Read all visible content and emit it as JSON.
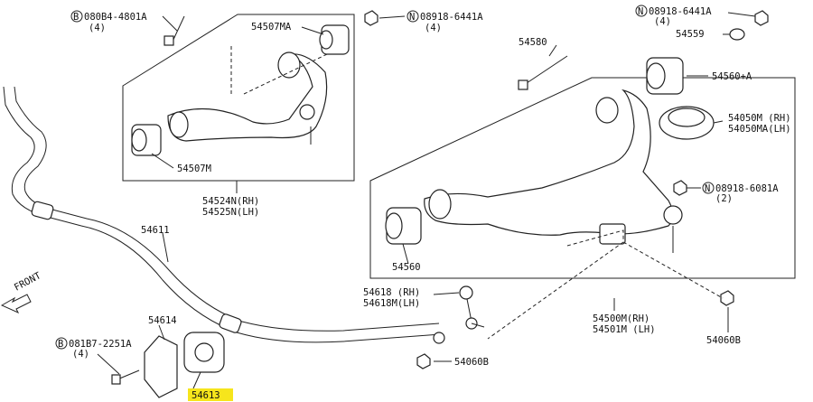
{
  "front_label": "FRONT",
  "callouts": {
    "bolt_upper": {
      "prefix": "B",
      "code": "080B4-4801A",
      "qty": "(4)"
    },
    "nut_upper": {
      "prefix": "N",
      "code": "08918-6441A",
      "qty": "(4)"
    },
    "nut_right_top": {
      "prefix": "N",
      "code": "08918-6441A",
      "qty": "(4)"
    },
    "nut_lower_arm": {
      "prefix": "N",
      "code": "08918-6081A",
      "qty": "(2)"
    },
    "bolt_bracket": {
      "prefix": "B",
      "code": "081B7-2251A",
      "qty": "(4)"
    }
  },
  "parts": {
    "p54507MA": "54507MA",
    "p54507M": "54507M",
    "p54524": "54524N(RH)",
    "p54525": "54525N(LH)",
    "p54580": "54580",
    "p54559": "54559",
    "p54560A": "54560+A",
    "p54050M": "54050M (RH)",
    "p54050MA": "54050MA(LH)",
    "p54560": "54560",
    "p54611": "54611",
    "p54618": "54618 (RH)",
    "p54618M": "54618M(LH)",
    "p54500": "54500M(RH)",
    "p54501": "54501M (LH)",
    "p54614": "54614",
    "p54613": "54613",
    "p54060B_a": "54060B",
    "p54060B_b": "54060B"
  },
  "colors": {
    "highlight": "#f6e51c",
    "ink": "#222222"
  }
}
